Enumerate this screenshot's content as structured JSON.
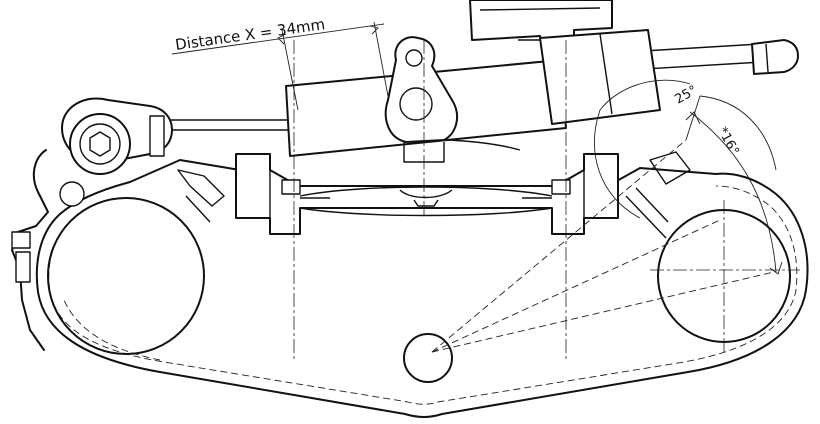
{
  "annotations": {
    "distance_label": "Distance X = 34mm",
    "angle_major": "25°",
    "angle_minor": "*16°"
  }
}
